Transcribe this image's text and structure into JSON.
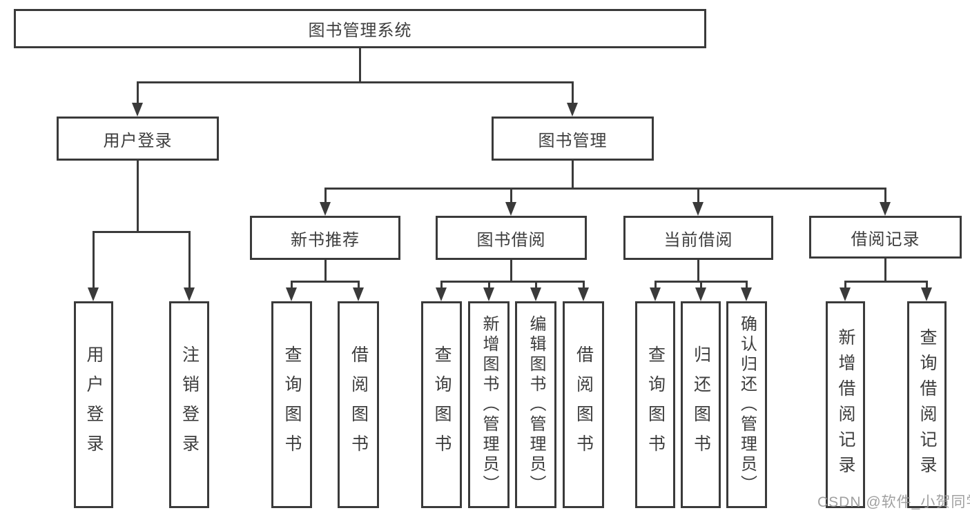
{
  "diagram": {
    "root": {
      "label": "图书管理系统"
    },
    "level2": {
      "user_login": {
        "label": "用户登录"
      },
      "book_management": {
        "label": "图书管理"
      }
    },
    "level3": {
      "new_book_recommend": {
        "label": "新书推荐"
      },
      "book_borrow": {
        "label": "图书借阅"
      },
      "current_borrow": {
        "label": "当前借阅"
      },
      "borrow_records": {
        "label": "借阅记录"
      }
    },
    "leaves": {
      "user_login": [
        "用户登录",
        "注销登录"
      ],
      "new_book_recommend": [
        "查询图书",
        "借阅图书"
      ],
      "book_borrow": [
        "查询图书",
        "新增图书（管理员）",
        "编辑图书（管理员）",
        "借阅图书"
      ],
      "current_borrow": [
        "查询图书",
        "归还图书",
        "确认归还（管理员）"
      ],
      "borrow_records": [
        "新增借阅记录",
        "查询借阅记录"
      ]
    }
  },
  "colors": {
    "line": "#3a3a3a",
    "text": "#3d3d3d",
    "watermark": "#989898",
    "background": "#ffffff"
  },
  "watermark": {
    "text": "CSDN @软件_小贺同学"
  }
}
